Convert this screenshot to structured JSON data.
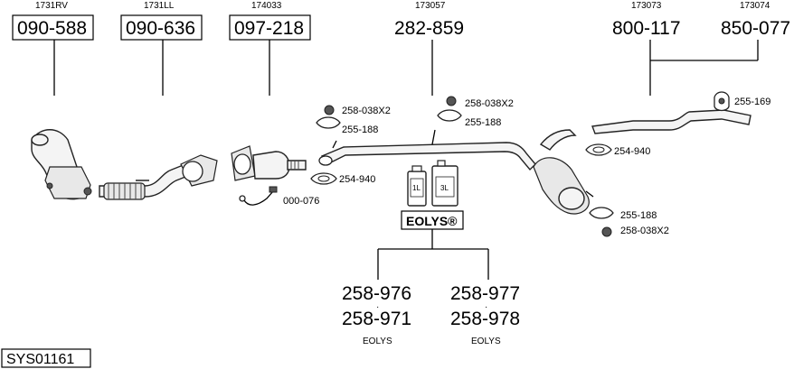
{
  "top_labels": {
    "t1": "1731RV",
    "t2": "1731LL",
    "t3": "174033",
    "t4": "173057",
    "t5": "173073",
    "t6": "173074"
  },
  "part_numbers": {
    "p1": "090-588",
    "p2": "090-636",
    "p3": "097-218",
    "p4": "282-859",
    "p5": "800-117",
    "p6": "850-077"
  },
  "small_parts": {
    "a1": "258-038X2",
    "a2": "255-188",
    "a3": "258-038X2",
    "a4": "255-188",
    "a5": "254-940",
    "a6": "254-940",
    "a7": "000-076",
    "a8": "255-169",
    "a9": "255-188",
    "a10": "258-038X2"
  },
  "containers": {
    "c1": "1L",
    "c2": "3L"
  },
  "eolys": {
    "title": "EOLYS®",
    "left_top": "258-976",
    "left_bottom": "258-971",
    "left_caption": "EOLYS",
    "right_top": "258-977",
    "right_bottom": "258-978",
    "right_caption": "EOLYS"
  },
  "system_id": "SYS01161"
}
